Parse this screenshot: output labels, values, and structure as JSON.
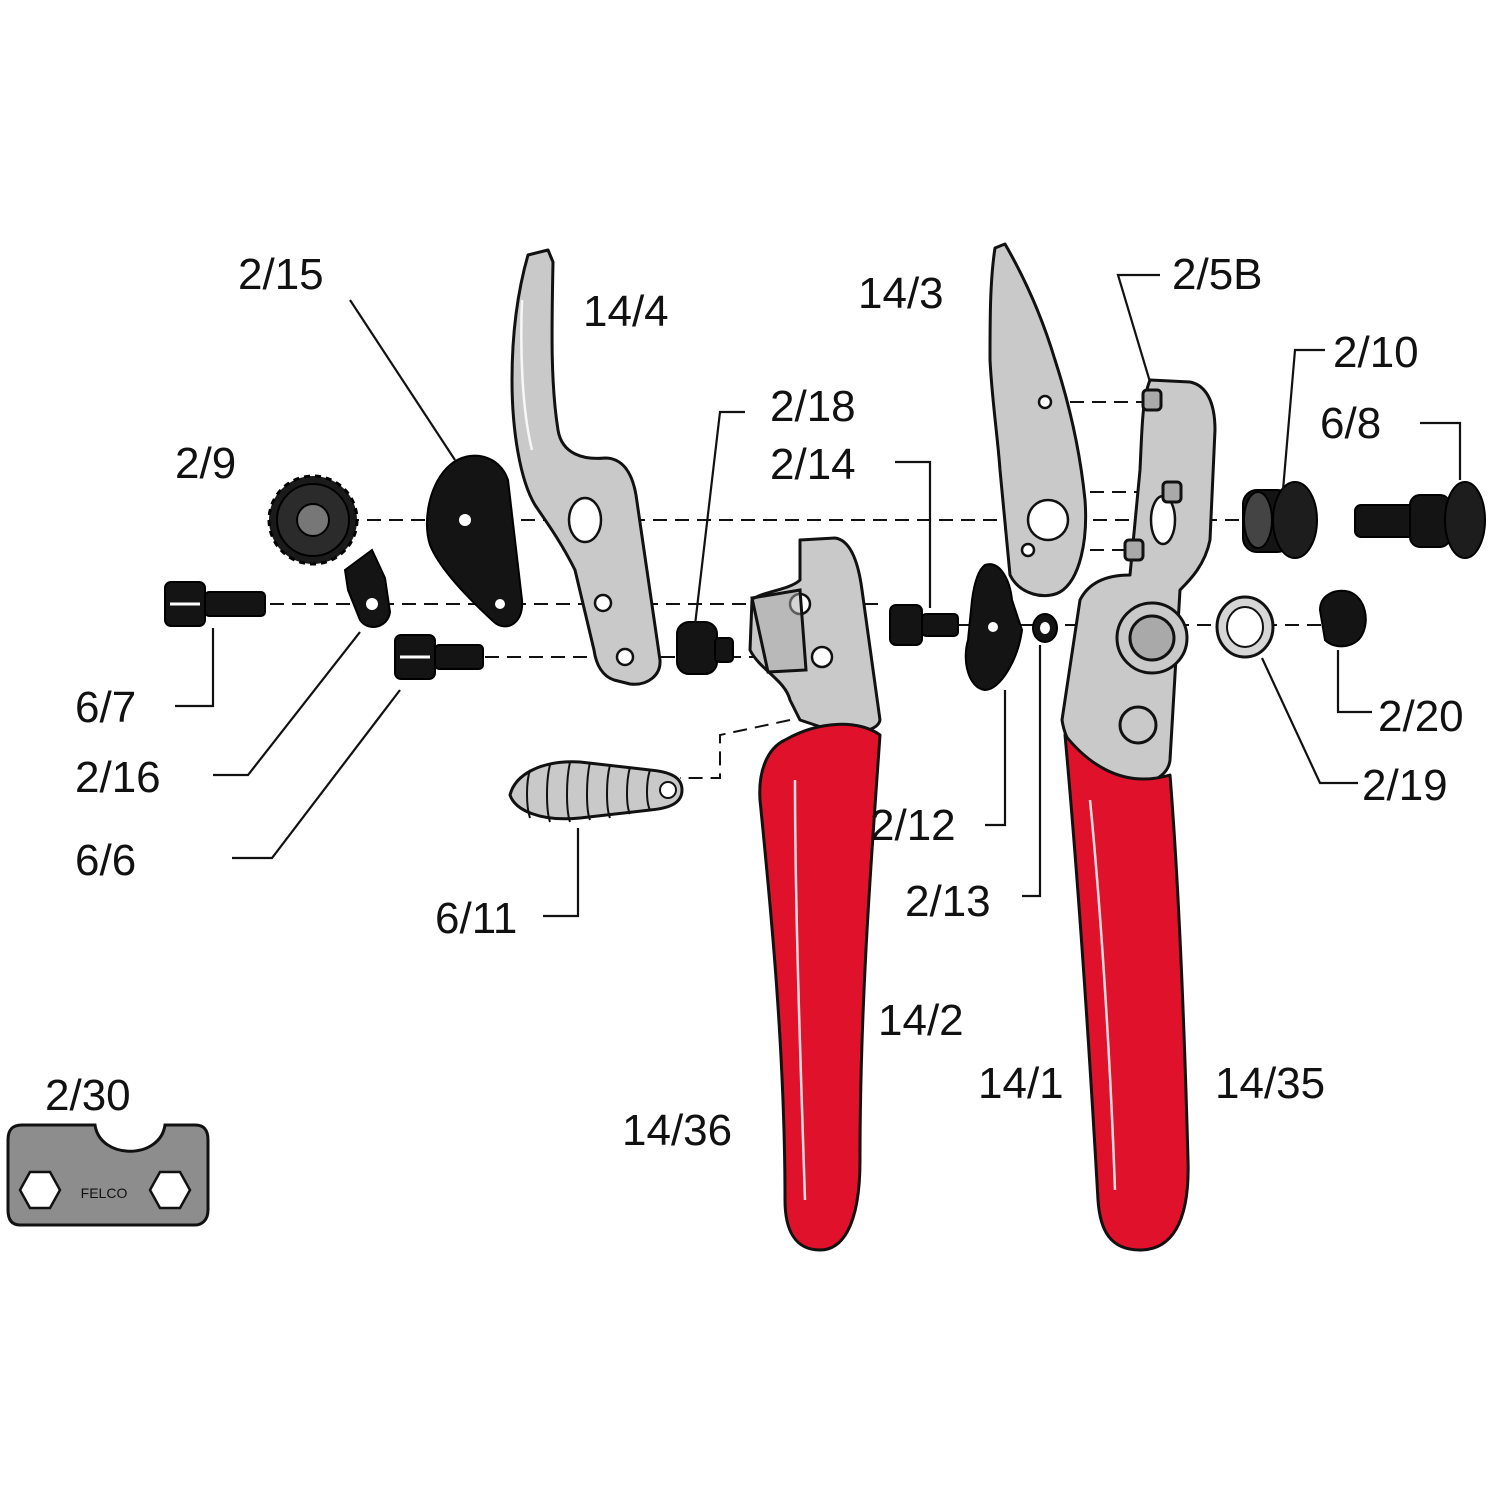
{
  "colors": {
    "grip_red": "#e0112b",
    "steel": "#c9c9c9",
    "dark_part": "#141414",
    "line": "#111111"
  },
  "part_labels": {
    "p2_15": "2/15",
    "p14_4": "14/4",
    "p14_3": "14/3",
    "p2_5b": "2/5B",
    "p2_10": "2/10",
    "p6_8": "6/8",
    "p2_18": "2/18",
    "p2_14": "2/14",
    "p2_9": "2/9",
    "p6_7": "6/7",
    "p2_16": "2/16",
    "p6_6": "6/6",
    "p6_11": "6/11",
    "p2_12": "2/12",
    "p2_13": "2/13",
    "p2_20": "2/20",
    "p2_19": "2/19",
    "p14_2": "14/2",
    "p14_1": "14/1",
    "p14_35": "14/35",
    "p14_36": "14/36",
    "p2_30": "2/30"
  },
  "wrench": {
    "brand": "FELCO",
    "icon": "hex-wrench-icon"
  }
}
